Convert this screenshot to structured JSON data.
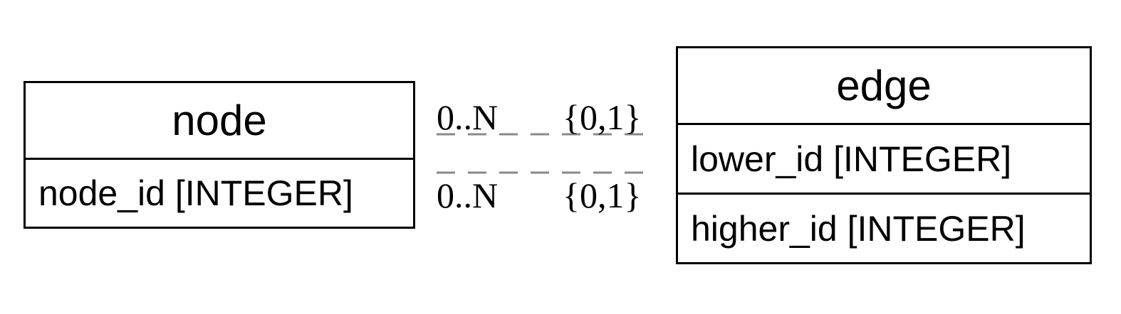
{
  "entities": {
    "node": {
      "title": "node",
      "attributes": [
        "node_id [INTEGER]"
      ]
    },
    "edge": {
      "title": "edge",
      "attributes": [
        "lower_id [INTEGER]",
        "higher_id [INTEGER]"
      ]
    }
  },
  "relationships": [
    {
      "from": "node",
      "to": "edge",
      "left_cardinality": "0..N",
      "right_cardinality": "{0,1}"
    },
    {
      "from": "node",
      "to": "edge",
      "left_cardinality": "0..N",
      "right_cardinality": "{0,1}"
    }
  ],
  "colors": {
    "line": "#888888",
    "border": "#000000"
  }
}
